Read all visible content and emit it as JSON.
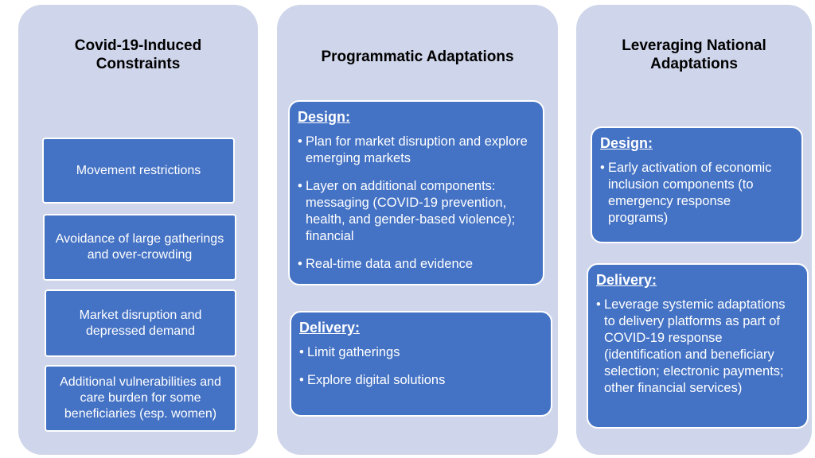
{
  "columns": [
    {
      "title": "Covid-19-Induced Constraints",
      "items": [
        "Movement restrictions",
        "Avoidance of large gatherings and over-crowding",
        "Market disruption and depressed demand",
        "Additional vulnerabilities and care burden for some beneficiaries (esp. women)"
      ]
    },
    {
      "title": "Programmatic Adaptations",
      "design": {
        "heading": "Design:",
        "bullets": [
          "Plan for market disruption and explore emerging markets",
          "Layer on additional components: messaging (COVID-19 prevention, health, and gender-based violence); financial",
          "Real-time data and evidence"
        ]
      },
      "delivery": {
        "heading": "Delivery:",
        "bullets": [
          "Limit gatherings",
          "Explore digital solutions"
        ]
      }
    },
    {
      "title": "Leveraging National Adaptations",
      "design": {
        "heading": "Design:",
        "bullets": [
          "Early activation of economic inclusion components (to emergency response programs)"
        ]
      },
      "delivery": {
        "heading": "Delivery:",
        "bullets": [
          "Leverage systemic adaptations to delivery platforms as part of COVID-19 response (identification and beneficiary selection; electronic payments; other financial services)"
        ]
      }
    }
  ],
  "colors": {
    "panel": "#cfd5ea",
    "box": "#4472c4",
    "text_on_box": "#ffffff",
    "title": "#000000"
  }
}
